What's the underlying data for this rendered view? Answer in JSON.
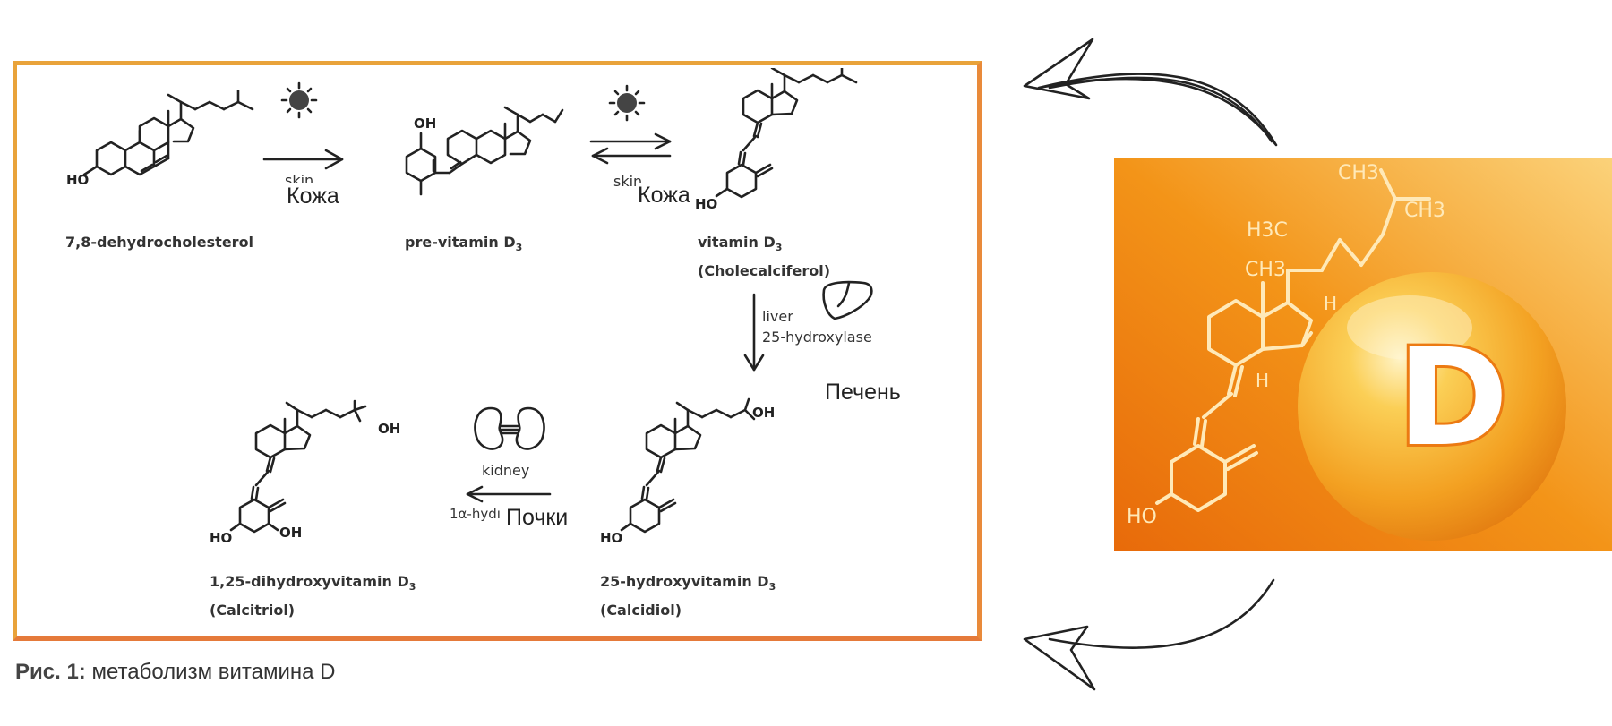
{
  "caption": {
    "prefix": "Рис. 1:",
    "text": "метаболизм витамина D"
  },
  "compounds": {
    "c1": {
      "name": "7,8-dehydrocholesterol"
    },
    "c2": {
      "name": "pre-vitamin D",
      "sub": "3"
    },
    "c3": {
      "name": "vitamin D",
      "sub": "3",
      "alt": "(Cholecalciferol)"
    },
    "c4": {
      "name": "25-hydroxyvitamin D",
      "sub": "3",
      "alt": "(Calcidiol)"
    },
    "c5": {
      "name": "1,25-dihydroxyvitamin D",
      "sub": "3",
      "alt": "(Calcitriol)"
    }
  },
  "steps": {
    "s1": {
      "label": "skin",
      "ru": "Кожа"
    },
    "s2": {
      "label": "skin",
      "ru": "Кожа"
    },
    "s3": {
      "label": "liver",
      "enzyme": "25-hydroxylase",
      "ru": "Печень"
    },
    "s4": {
      "label": "kidney",
      "enzyme": "1α-hydı",
      "ru": "Почки"
    }
  },
  "atoms": {
    "ho": "HO",
    "oh": "OH",
    "h": "H",
    "ch3": "CH3",
    "h3c": "H3C",
    "d": "D"
  },
  "colors": {
    "frame": "#e9a33a",
    "arrow": "#e8961f",
    "panel_bg": "#f08a12",
    "sphere": "#f7b52a"
  },
  "icons": [
    "sun-icon",
    "liver-icon",
    "kidney-icon",
    "curved-arrow-icon"
  ]
}
